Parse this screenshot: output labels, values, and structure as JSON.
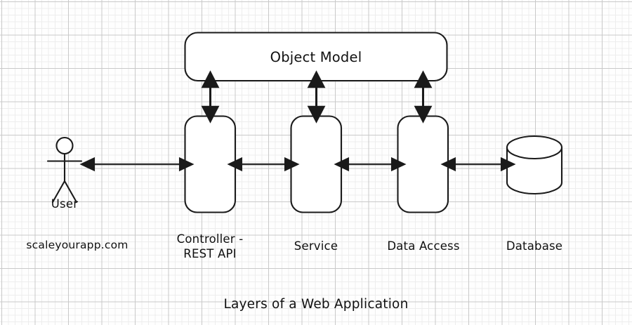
{
  "diagram": {
    "title": "Layers of a Web Application",
    "watermark": "scaleyourapp.com",
    "nodes": {
      "object_model": {
        "label": "Object Model",
        "shape": "rounded-rect"
      },
      "user": {
        "label": "User",
        "shape": "stick-figure"
      },
      "controller": {
        "label": "Controller -\nREST API",
        "shape": "rounded-rect"
      },
      "service": {
        "label": "Service",
        "shape": "rounded-rect"
      },
      "data_access": {
        "label": "Data Access",
        "shape": "rounded-rect"
      },
      "database": {
        "label": "Database",
        "shape": "cylinder"
      }
    },
    "connectors": [
      {
        "name": "user-to-controller",
        "kind": "double-arrow",
        "orientation": "horizontal"
      },
      {
        "name": "controller-to-service",
        "kind": "double-arrow",
        "orientation": "horizontal"
      },
      {
        "name": "service-to-data-access",
        "kind": "double-arrow",
        "orientation": "horizontal"
      },
      {
        "name": "data-access-to-database",
        "kind": "double-arrow",
        "orientation": "horizontal"
      },
      {
        "name": "controller-to-object-model",
        "kind": "double-arrow",
        "orientation": "vertical"
      },
      {
        "name": "service-to-object-model",
        "kind": "double-arrow",
        "orientation": "vertical"
      },
      {
        "name": "data-access-to-object-model",
        "kind": "double-arrow",
        "orientation": "vertical"
      }
    ],
    "colors": {
      "stroke": "#1a1a1a",
      "fill": "#ffffff",
      "text": "#101010",
      "grid_minor": "#ededed",
      "grid_major": "#c9c9c9",
      "background": "#fefefe"
    }
  }
}
